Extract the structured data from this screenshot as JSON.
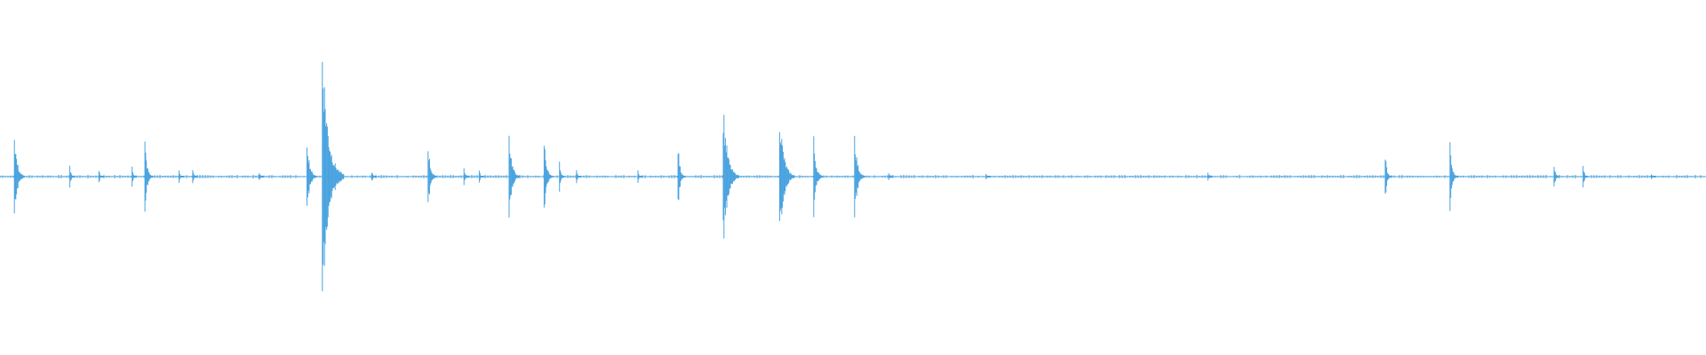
{
  "waveform": {
    "color": "#4aa3df",
    "background": "#ffffff",
    "baseline_amplitude": 0.004,
    "duration_fraction_visible": 1.0,
    "peaks": [
      {
        "t": 0.0095,
        "amp": 0.14
      },
      {
        "t": 0.042,
        "amp": 0.035
      },
      {
        "t": 0.059,
        "amp": 0.025
      },
      {
        "t": 0.0785,
        "amp": 0.035
      },
      {
        "t": 0.086,
        "amp": 0.11
      },
      {
        "t": 0.106,
        "amp": 0.02
      },
      {
        "t": 0.114,
        "amp": 0.025
      },
      {
        "t": 0.153,
        "amp": 0.012
      },
      {
        "t": 0.181,
        "amp": 0.13
      },
      {
        "t": 0.19,
        "amp": 0.42
      },
      {
        "t": 0.219,
        "amp": 0.018
      },
      {
        "t": 0.252,
        "amp": 0.11
      },
      {
        "t": 0.273,
        "amp": 0.03
      },
      {
        "t": 0.282,
        "amp": 0.02
      },
      {
        "t": 0.2995,
        "amp": 0.14
      },
      {
        "t": 0.32,
        "amp": 0.12
      },
      {
        "t": 0.329,
        "amp": 0.045
      },
      {
        "t": 0.339,
        "amp": 0.02
      },
      {
        "t": 0.375,
        "amp": 0.018
      },
      {
        "t": 0.3985,
        "amp": 0.1
      },
      {
        "t": 0.425,
        "amp": 0.22
      },
      {
        "t": 0.458,
        "amp": 0.21
      },
      {
        "t": 0.478,
        "amp": 0.12
      },
      {
        "t": 0.502,
        "amp": 0.14
      },
      {
        "t": 0.522,
        "amp": 0.01
      },
      {
        "t": 0.579,
        "amp": 0.008
      },
      {
        "t": 0.709,
        "amp": 0.012
      },
      {
        "t": 0.813,
        "amp": 0.08
      },
      {
        "t": 0.851,
        "amp": 0.1
      },
      {
        "t": 0.912,
        "amp": 0.05
      },
      {
        "t": 0.929,
        "amp": 0.045
      },
      {
        "t": 0.969,
        "amp": 0.008
      }
    ]
  }
}
